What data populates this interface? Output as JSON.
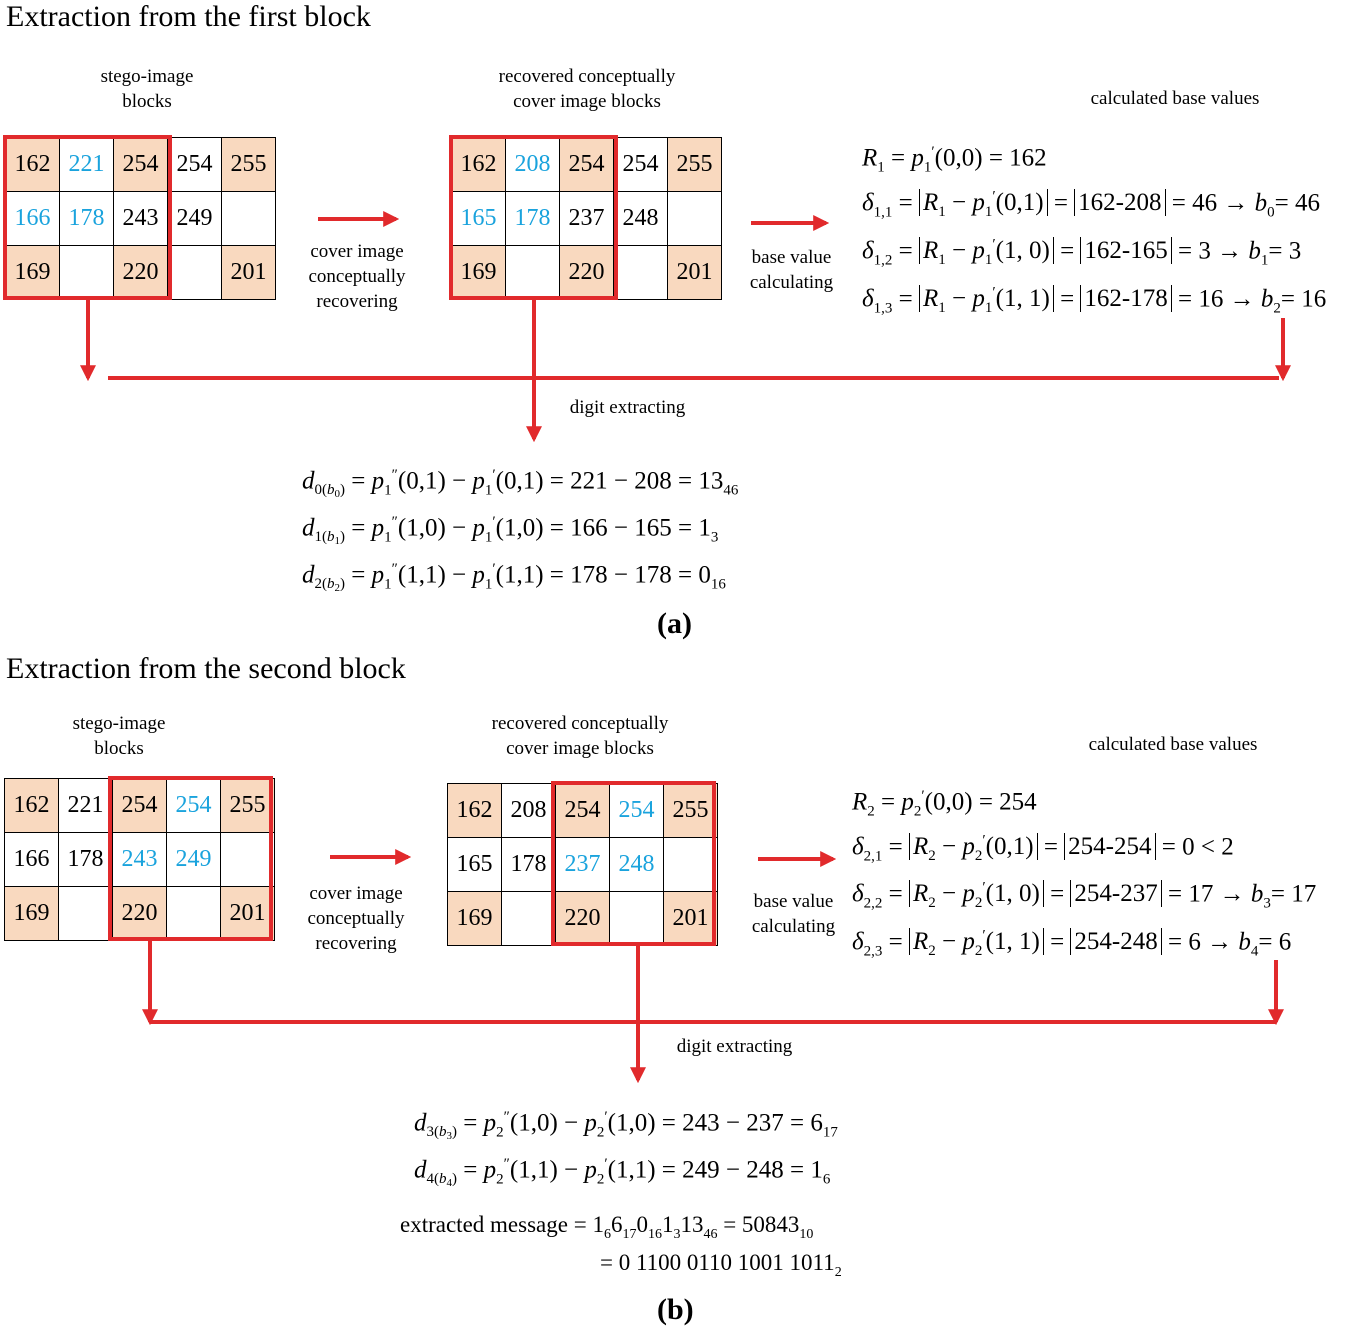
{
  "panel_a": {
    "heading": "Extraction from the first block",
    "stego_label_1": "stego-image",
    "stego_label_2": "blocks",
    "recovered_label_1": "recovered conceptually",
    "recovered_label_2": "cover image blocks",
    "base_values_label": "calculated base values",
    "arrow1_label_1": "cover image",
    "arrow1_label_2": "conceptually",
    "arrow1_label_3": "recovering",
    "arrow2_label_1": "base value",
    "arrow2_label_2": "calculating",
    "extract_label": "digit extracting",
    "caption": "(a)",
    "stego_cells": [
      [
        {
          "v": "162",
          "shade": true,
          "blue": false
        },
        {
          "v": "221",
          "shade": false,
          "blue": true
        },
        {
          "v": "254",
          "shade": true,
          "blue": false
        },
        {
          "v": "254",
          "shade": false,
          "blue": false
        },
        {
          "v": "255",
          "shade": true,
          "blue": false
        }
      ],
      [
        {
          "v": "166",
          "shade": false,
          "blue": true
        },
        {
          "v": "178",
          "shade": false,
          "blue": true
        },
        {
          "v": "243",
          "shade": false,
          "blue": false
        },
        {
          "v": "249",
          "shade": false,
          "blue": false
        },
        {
          "v": "",
          "shade": false,
          "blue": false
        }
      ],
      [
        {
          "v": "169",
          "shade": true,
          "blue": false
        },
        {
          "v": "",
          "shade": false,
          "blue": false
        },
        {
          "v": "220",
          "shade": true,
          "blue": false
        },
        {
          "v": "",
          "shade": false,
          "blue": false
        },
        {
          "v": "201",
          "shade": true,
          "blue": false
        }
      ]
    ],
    "recovered_cells": [
      [
        {
          "v": "162",
          "shade": true,
          "blue": false
        },
        {
          "v": "208",
          "shade": false,
          "blue": true
        },
        {
          "v": "254",
          "shade": true,
          "blue": false
        },
        {
          "v": "254",
          "shade": false,
          "blue": false
        },
        {
          "v": "255",
          "shade": true,
          "blue": false
        }
      ],
      [
        {
          "v": "165",
          "shade": false,
          "blue": true
        },
        {
          "v": "178",
          "shade": false,
          "blue": true
        },
        {
          "v": "237",
          "shade": false,
          "blue": false
        },
        {
          "v": "248",
          "shade": false,
          "blue": false
        },
        {
          "v": "",
          "shade": false,
          "blue": false
        }
      ],
      [
        {
          "v": "169",
          "shade": true,
          "blue": false
        },
        {
          "v": "",
          "shade": false,
          "blue": false
        },
        {
          "v": "220",
          "shade": true,
          "blue": false
        },
        {
          "v": "",
          "shade": false,
          "blue": false
        },
        {
          "v": "201",
          "shade": true,
          "blue": false
        }
      ]
    ],
    "R": {
      "idx": "1",
      "value": "162"
    },
    "deltas": [
      {
        "sub": "1,1",
        "pos": "0,1",
        "expr": "162-208",
        "value": "46",
        "b_sub": "0",
        "b_value": "46"
      },
      {
        "sub": "1,2",
        "pos": "1, 0",
        "expr": "162-165",
        "value": "3",
        "b_sub": "1",
        "b_value": "3"
      },
      {
        "sub": "1,3",
        "pos": "1, 1",
        "expr": "162-178",
        "value": "16",
        "b_sub": "2",
        "b_value": "16"
      }
    ],
    "digits": [
      {
        "d": "0",
        "b": "0",
        "pos": "0,1",
        "a": "221",
        "c": "208",
        "res": "13",
        "base": "46"
      },
      {
        "d": "1",
        "b": "1",
        "pos": "1,0",
        "a": "166",
        "c": "165",
        "res": "1",
        "base": "3"
      },
      {
        "d": "2",
        "b": "2",
        "pos": "1,1",
        "a": "178",
        "c": "178",
        "res": "0",
        "base": "16"
      }
    ]
  },
  "panel_b": {
    "heading": "Extraction from the second block",
    "stego_label_1": "stego-image",
    "stego_label_2": "blocks",
    "recovered_label_1": "recovered conceptually",
    "recovered_label_2": "cover image blocks",
    "base_values_label": "calculated base values",
    "arrow1_label_1": "cover image",
    "arrow1_label_2": "conceptually",
    "arrow1_label_3": "recovering",
    "arrow2_label_1": "base value",
    "arrow2_label_2": "calculating",
    "extract_label": "digit extracting",
    "caption": "(b)",
    "stego_cells": [
      [
        {
          "v": "162",
          "shade": true,
          "blue": false
        },
        {
          "v": "221",
          "shade": false,
          "blue": false
        },
        {
          "v": "254",
          "shade": true,
          "blue": false
        },
        {
          "v": "254",
          "shade": false,
          "blue": true
        },
        {
          "v": "255",
          "shade": true,
          "blue": false
        }
      ],
      [
        {
          "v": "166",
          "shade": false,
          "blue": false
        },
        {
          "v": "178",
          "shade": false,
          "blue": false
        },
        {
          "v": "243",
          "shade": false,
          "blue": true
        },
        {
          "v": "249",
          "shade": false,
          "blue": true
        },
        {
          "v": "",
          "shade": false,
          "blue": false
        }
      ],
      [
        {
          "v": "169",
          "shade": true,
          "blue": false
        },
        {
          "v": "",
          "shade": false,
          "blue": false
        },
        {
          "v": "220",
          "shade": true,
          "blue": false
        },
        {
          "v": "",
          "shade": false,
          "blue": false
        },
        {
          "v": "201",
          "shade": true,
          "blue": false
        }
      ]
    ],
    "recovered_cells": [
      [
        {
          "v": "162",
          "shade": true,
          "blue": false
        },
        {
          "v": "208",
          "shade": false,
          "blue": false
        },
        {
          "v": "254",
          "shade": true,
          "blue": false
        },
        {
          "v": "254",
          "shade": false,
          "blue": true
        },
        {
          "v": "255",
          "shade": true,
          "blue": false
        }
      ],
      [
        {
          "v": "165",
          "shade": false,
          "blue": false
        },
        {
          "v": "178",
          "shade": false,
          "blue": false
        },
        {
          "v": "237",
          "shade": false,
          "blue": true
        },
        {
          "v": "248",
          "shade": false,
          "blue": true
        },
        {
          "v": "",
          "shade": false,
          "blue": false
        }
      ],
      [
        {
          "v": "169",
          "shade": true,
          "blue": false
        },
        {
          "v": "",
          "shade": false,
          "blue": false
        },
        {
          "v": "220",
          "shade": true,
          "blue": false
        },
        {
          "v": "",
          "shade": false,
          "blue": false
        },
        {
          "v": "201",
          "shade": true,
          "blue": false
        }
      ]
    ],
    "R": {
      "idx": "2",
      "value": "254"
    },
    "deltas": [
      {
        "sub": "2,1",
        "pos": "0,1",
        "expr": "254-254",
        "value": "0",
        "rel": "<",
        "tail": "2"
      },
      {
        "sub": "2,2",
        "pos": "1, 0",
        "expr": "254-237",
        "value": "17",
        "b_sub": "3",
        "b_value": "17"
      },
      {
        "sub": "2,3",
        "pos": "1, 1",
        "expr": "254-248",
        "value": "6",
        "b_sub": "4",
        "b_value": "6"
      }
    ],
    "digits": [
      {
        "d": "3",
        "b": "3",
        "pos": "1,0",
        "a": "243",
        "c": "237",
        "res": "6",
        "base": "17"
      },
      {
        "d": "4",
        "b": "4",
        "pos": "1,1",
        "a": "249",
        "c": "248",
        "res": "1",
        "base": "6"
      }
    ],
    "message": {
      "label": "extracted message",
      "digits": [
        {
          "v": "1",
          "b": "6"
        },
        {
          "v": "6",
          "b": "17"
        },
        {
          "v": "0",
          "b": "16"
        },
        {
          "v": "1",
          "b": "3"
        },
        {
          "v": "13",
          "b": "46"
        }
      ],
      "decimal": "50843",
      "decimal_base": "10",
      "binary": "0 1100 0110 1001 1011",
      "binary_base": "2"
    }
  }
}
